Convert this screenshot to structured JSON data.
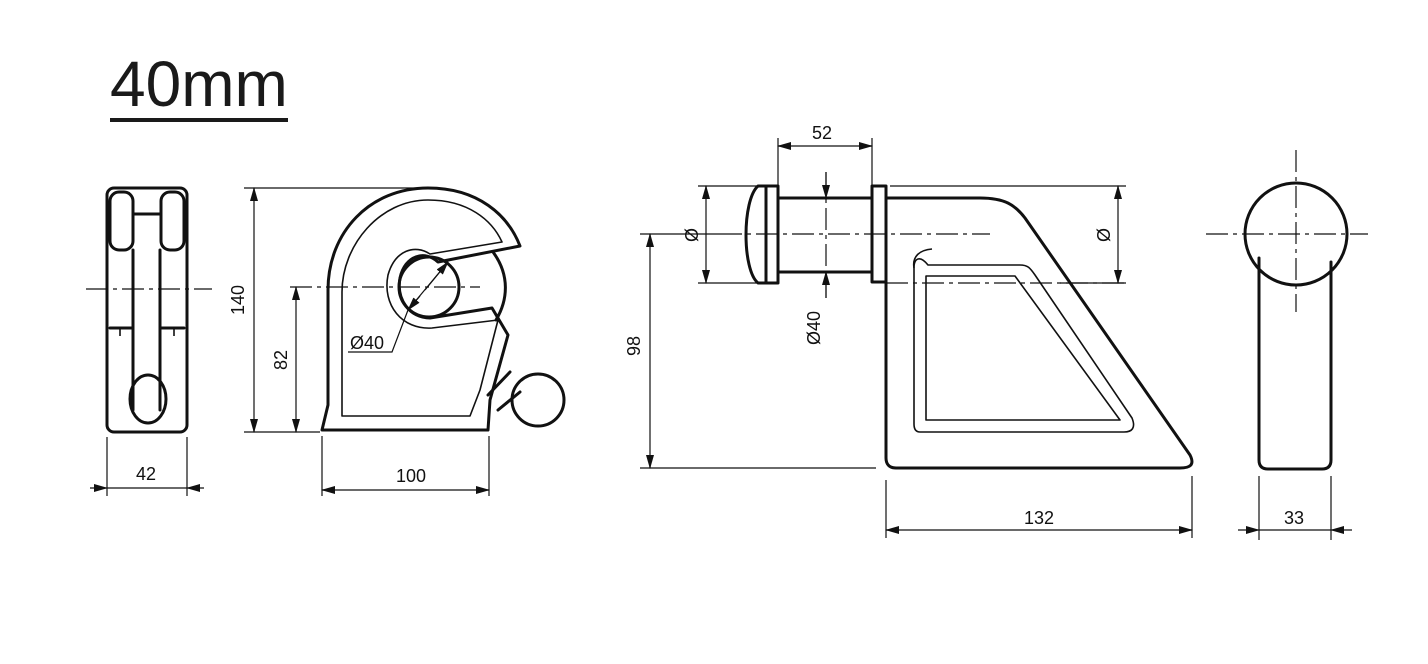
{
  "title": "40mm",
  "dimensions": {
    "view1_width": "42",
    "view2_height": "140",
    "view2_center_height": "82",
    "view2_hole_diameter": "Ø40",
    "view2_width": "100",
    "view3_pin_length": "52",
    "view3_head_diameter": "Ø",
    "view3_pin_diameter": "Ø40",
    "view3_height": "98",
    "view3_body_diameter": "Ø",
    "view3_width": "132",
    "view4_width": "33"
  },
  "colors": {
    "ink": "#111111",
    "background": "#ffffff"
  }
}
